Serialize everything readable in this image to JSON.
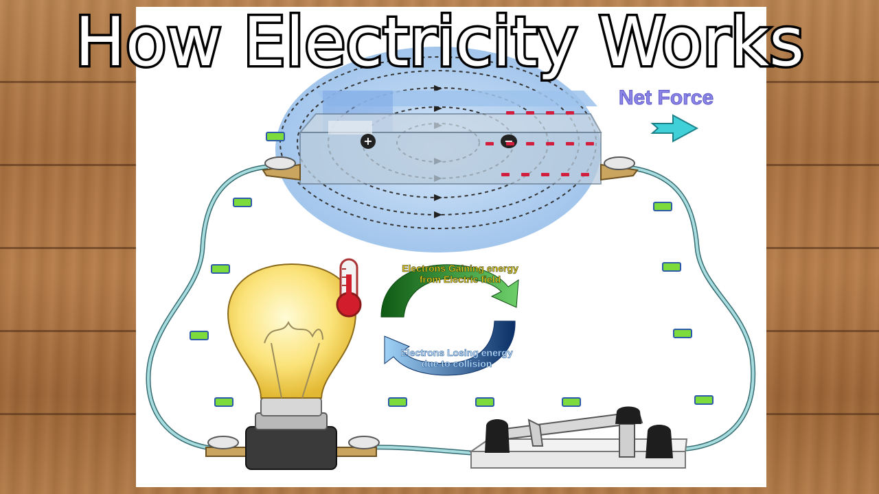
{
  "title": "How Electricity Works",
  "labels": {
    "net_force": "Net Force",
    "gaining_energy_line1": "Electrons Gaining energy",
    "gaining_energy_line2": "from Electric field",
    "losing_energy_line1": "Electrons Losing energy",
    "losing_energy_line2": "due to collision"
  },
  "battery_terminals": {
    "positive": "+",
    "negative": "−"
  },
  "colors": {
    "electron_green": "#7ddc3c",
    "negative_charge_red": "#d21e3c",
    "field_bubble": "#a9cbef",
    "arrow_green": "#1f9a2e",
    "arrow_blue": "#1e73c8",
    "net_force_arrow": "#3fd0d8",
    "wire": "#8fd3d8"
  },
  "icons": [
    "thermometer-icon",
    "net-force-arrow-icon",
    "light-bulb",
    "knife-switch",
    "battery"
  ]
}
